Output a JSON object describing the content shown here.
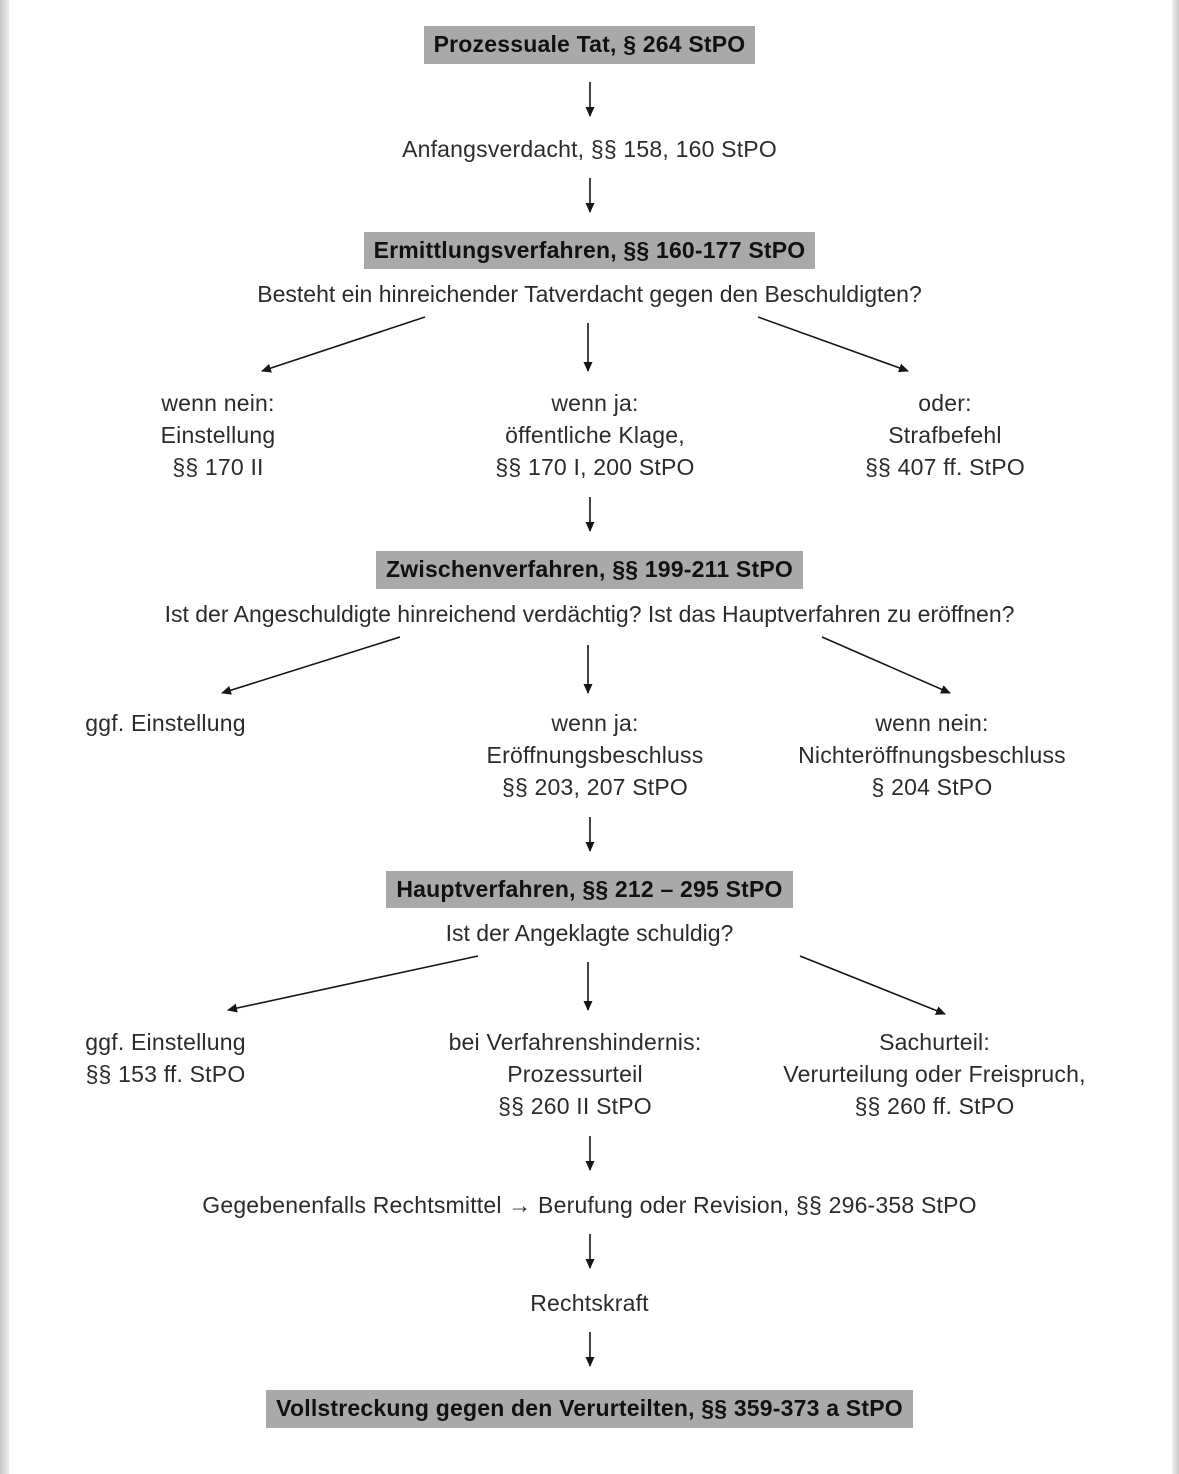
{
  "palette": {
    "highlight": "#a9a9a9",
    "text": "#2b2b2b",
    "page_background": "#ffffff",
    "page_edge": "#c9c9c9",
    "arrow": "#161616"
  },
  "flow": {
    "top_header": "Prozessuale Tat, § 264 StPO",
    "anfangsverdacht": "Anfangsverdacht, §§ 158, 160 StPO",
    "ermittlung": {
      "header": "Ermittlungsverfahren, §§ 160-177 StPO",
      "question": "Besteht ein hinreichender Tatverdacht gegen den Beschuldigten?",
      "left": [
        "wenn nein:",
        "Einstellung",
        "§§ 170 II"
      ],
      "center": [
        "wenn ja:",
        "öffentliche Klage,",
        "§§ 170 I, 200 StPO"
      ],
      "right": [
        "oder:",
        "Strafbefehl",
        "§§ 407 ff. StPO"
      ]
    },
    "zwischen": {
      "header": "Zwischenverfahren, §§ 199-211 StPO",
      "question": "Ist der Angeschuldigte hinreichend verdächtig? Ist das Hauptverfahren zu eröffnen?",
      "left": [
        "ggf. Einstellung"
      ],
      "center": [
        "wenn ja:",
        "Eröffnungsbeschluss",
        "§§ 203, 207 StPO"
      ],
      "right": [
        "wenn nein:",
        "Nichteröffnungsbeschluss",
        "§ 204 StPO"
      ]
    },
    "haupt": {
      "header": "Hauptverfahren, §§ 212 – 295 StPO",
      "question": "Ist der Angeklagte schuldig?",
      "left": [
        "ggf. Einstellung",
        "§§ 153 ff. StPO"
      ],
      "center": [
        "bei Verfahrenshindernis:",
        "Prozessurteil",
        "§§ 260 II StPO"
      ],
      "right": [
        "Sachurteil:",
        "Verurteilung oder Freispruch,",
        "§§ 260 ff. StPO"
      ]
    },
    "rechtsmittel": "Gegebenenfalls Rechtsmittel → Berufung oder Revision, §§ 296-358 StPO",
    "rechtskraft": "Rechtskraft",
    "vollstreckung": "Vollstreckung gegen den Verurteilten, §§ 359-373 a StPO"
  }
}
